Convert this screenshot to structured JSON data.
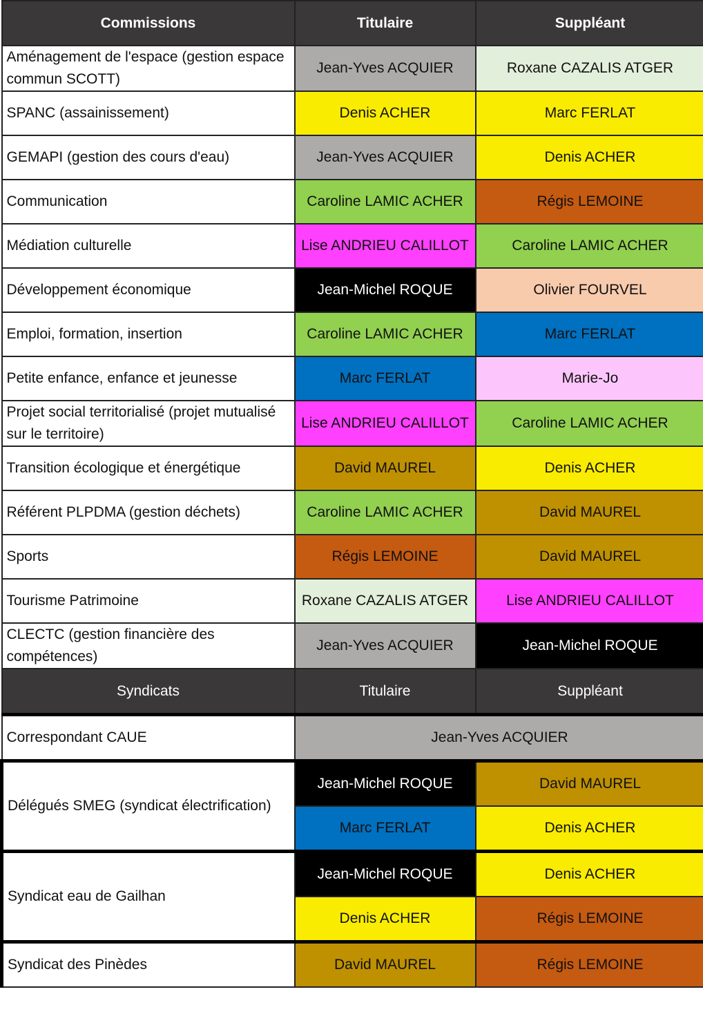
{
  "palette": {
    "gray": "#adaaaa",
    "lightgreen": "#e2efda",
    "yellow": "#f9ec00",
    "green": "#92d050",
    "orange": "#c55a11",
    "magenta": "#ff40ff",
    "black": "#000000",
    "peach": "#f8cbad",
    "blue": "#0070c0",
    "pink": "#fcc6fc",
    "gold": "#bf9000"
  },
  "commissions_header": {
    "col1": "Commissions",
    "col2": "Titulaire",
    "col3": "Suppléant"
  },
  "commissions": [
    {
      "name": "Aménagement de l'espace (gestion espace commun SCOTT)",
      "titulaire": "Jean-Yves ACQUIER",
      "t_color": "gray",
      "suppleant": "Roxane CAZALIS ATGER",
      "s_color": "lightgreen"
    },
    {
      "name": "SPANC (assainissement)",
      "titulaire": "Denis ACHER",
      "t_color": "yellow",
      "suppleant": "Marc FERLAT",
      "s_color": "yellow"
    },
    {
      "name": "GEMAPI (gestion des cours d'eau)",
      "titulaire": "Jean-Yves ACQUIER",
      "t_color": "gray",
      "suppleant": "Denis ACHER",
      "s_color": "yellow"
    },
    {
      "name": "Communication",
      "titulaire": "Caroline LAMIC ACHER",
      "t_color": "green",
      "suppleant": "Régis LEMOINE",
      "s_color": "orange"
    },
    {
      "name": "Médiation culturelle",
      "titulaire": "Lise ANDRIEU CALILLOT",
      "t_color": "magenta",
      "suppleant": "Caroline LAMIC ACHER",
      "s_color": "green"
    },
    {
      "name": "Développement économique",
      "titulaire": "Jean-Michel ROQUE",
      "t_color": "black",
      "suppleant": "Olivier FOURVEL",
      "s_color": "peach"
    },
    {
      "name": "Emploi, formation, insertion",
      "titulaire": "Caroline LAMIC ACHER",
      "t_color": "green",
      "suppleant": "Marc FERLAT",
      "s_color": "blue"
    },
    {
      "name": "Petite enfance, enfance et jeunesse",
      "titulaire": "Marc FERLAT",
      "t_color": "blue",
      "suppleant": "Marie-Jo",
      "s_color": "pink"
    },
    {
      "name": "Projet social territorialisé (projet mutualisé sur le territoire)",
      "titulaire": "Lise ANDRIEU CALILLOT",
      "t_color": "magenta",
      "suppleant": "Caroline LAMIC ACHER",
      "s_color": "green"
    },
    {
      "name": "Transition écologique et énergétique",
      "titulaire": "David MAUREL",
      "t_color": "gold",
      "suppleant": "Denis ACHER",
      "s_color": "yellow"
    },
    {
      "name": "Référent PLPDMA (gestion déchets)",
      "titulaire": "Caroline LAMIC ACHER",
      "t_color": "green",
      "suppleant": "David MAUREL",
      "s_color": "gold"
    },
    {
      "name": "Sports",
      "titulaire": "Régis LEMOINE",
      "t_color": "orange",
      "suppleant": "David MAUREL",
      "s_color": "gold"
    },
    {
      "name": "Tourisme Patrimoine",
      "titulaire": "Roxane CAZALIS ATGER",
      "t_color": "lightgreen",
      "suppleant": "Lise ANDRIEU CALILLOT",
      "s_color": "magenta"
    },
    {
      "name": "CLECTC (gestion financière des compétences)",
      "titulaire": "Jean-Yves ACQUIER",
      "t_color": "gray",
      "suppleant": "Jean-Michel ROQUE",
      "s_color": "black"
    }
  ],
  "syndicats_header": {
    "col1": "Syndicats",
    "col2": "Titulaire",
    "col3": "Suppléant"
  },
  "syndicats": [
    {
      "name": "Correspondant CAUE",
      "merged": {
        "person": "Jean-Yves ACQUIER",
        "color": "gray"
      }
    },
    {
      "name": "Délégués SMEG (syndicat électrification)",
      "pairs": [
        {
          "titulaire": "Jean-Michel ROQUE",
          "t_color": "black",
          "suppleant": "David MAUREL",
          "s_color": "gold"
        },
        {
          "titulaire": "Marc FERLAT",
          "t_color": "blue",
          "suppleant": "Denis ACHER",
          "s_color": "yellow"
        }
      ]
    },
    {
      "name": "Syndicat eau de Gailhan",
      "pairs": [
        {
          "titulaire": "Jean-Michel ROQUE",
          "t_color": "black",
          "suppleant": "Denis ACHER",
          "s_color": "yellow"
        },
        {
          "titulaire": "Denis ACHER",
          "t_color": "yellow",
          "suppleant": "Régis LEMOINE",
          "s_color": "orange"
        }
      ]
    },
    {
      "name": "Syndicat des Pinèdes",
      "pairs": [
        {
          "titulaire": "David MAUREL",
          "t_color": "gold",
          "suppleant": "Régis LEMOINE",
          "s_color": "orange"
        }
      ]
    }
  ]
}
